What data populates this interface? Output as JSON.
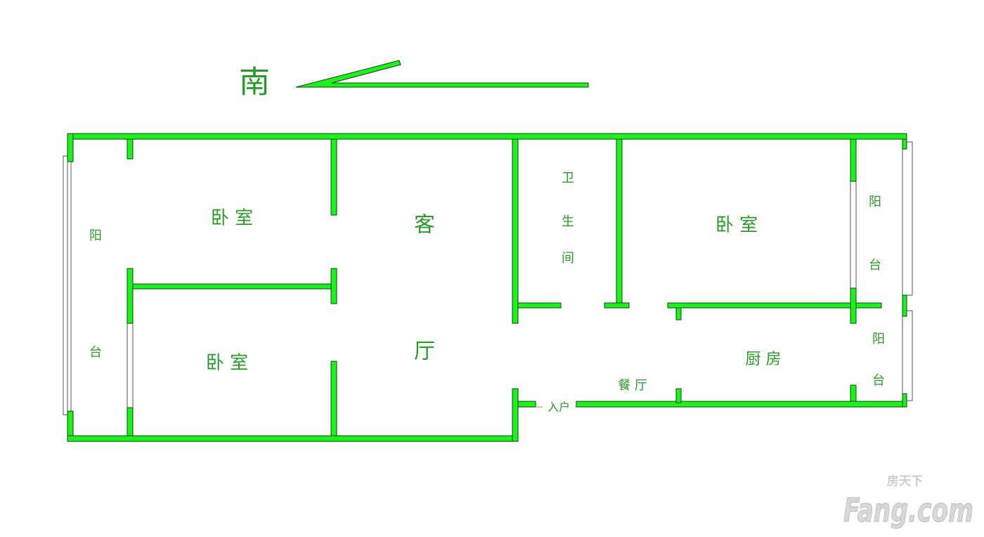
{
  "compass": {
    "direction_label": "南"
  },
  "rooms": {
    "bedroom_top_left": "卧 室",
    "bedroom_bottom_left": "卧 室",
    "living_top": "客",
    "living_bottom": "厅",
    "bath": [
      "卫",
      "生",
      "间"
    ],
    "bedroom_right": "卧 室",
    "balcony_left": [
      "阳",
      "台"
    ],
    "balcony_right_top": [
      "阳",
      "台"
    ],
    "balcony_right_bottom": [
      "阳",
      "台"
    ],
    "kitchen": "厨 房",
    "dining": "餐 厅",
    "entrance": "入户"
  },
  "watermark": {
    "brand": "Fang.com",
    "chinese": "房天下"
  },
  "colors": {
    "wall": "#1ff01f",
    "label": "#2a9a2a"
  }
}
